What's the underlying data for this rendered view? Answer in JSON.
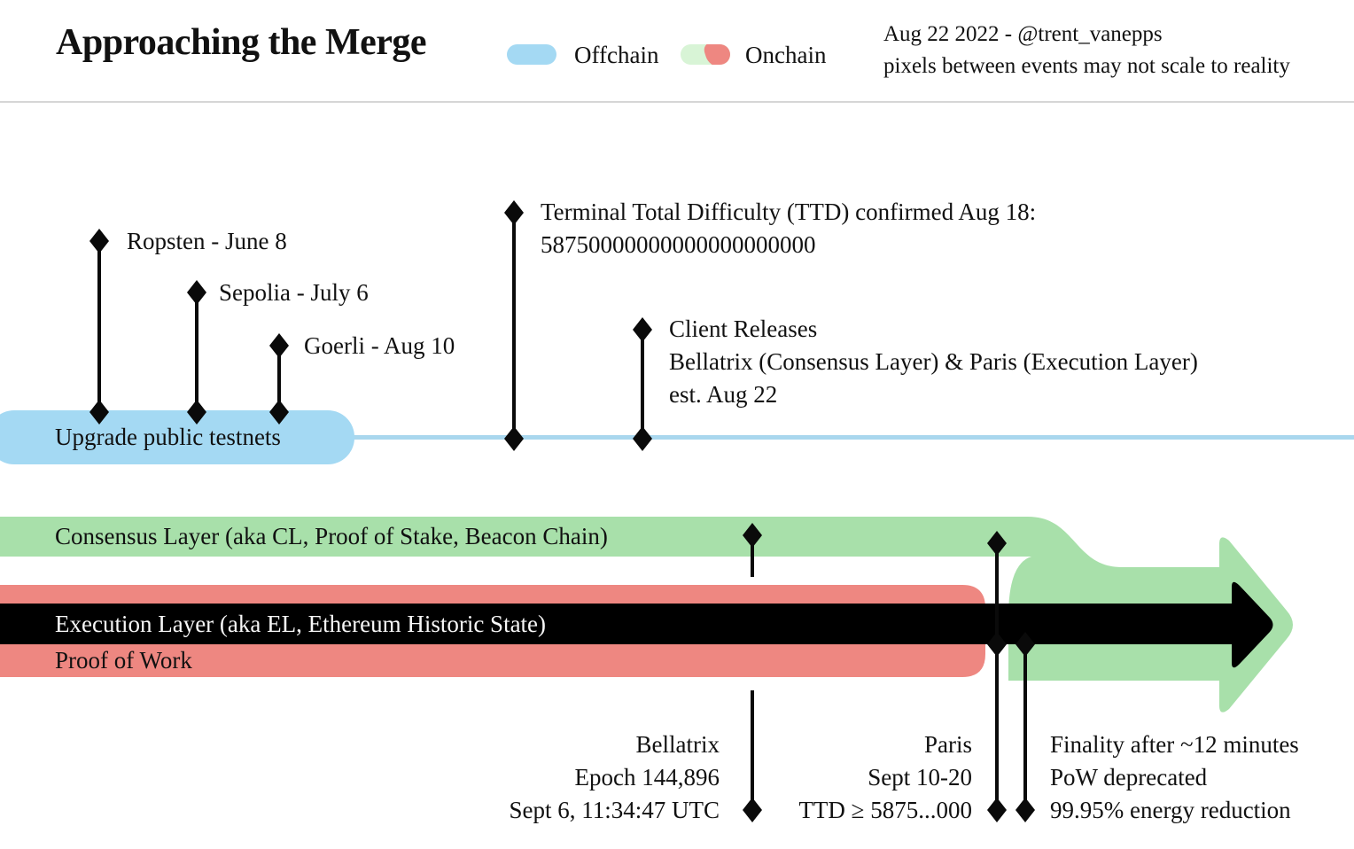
{
  "header": {
    "title": "Approaching the Merge",
    "legend": {
      "offchain_label": "Offchain",
      "onchain_label": "Onchain"
    },
    "attribution": {
      "line1": "Aug 22 2022 - @trent_vanepps",
      "line2": "pixels between events may not scale to reality"
    }
  },
  "colors": {
    "offchain_blue": "#a4d9f3",
    "offchain_timeline_blue": "#a9d7ee",
    "onchain_green": "#a8e0aa",
    "legend_light_green": "#d8f4d6",
    "onchain_red": "#ee8781",
    "execution_black": "#000000",
    "marker_black": "#0a0a0a"
  },
  "offchain": {
    "bar_label": "Upgrade public testnets",
    "testnets": [
      {
        "label": "Ropsten - June 8"
      },
      {
        "label": "Sepolia - July 6"
      },
      {
        "label": "Goerli - Aug 10"
      }
    ],
    "ttd_event": {
      "line1": "Terminal Total Difficulty (TTD) confirmed Aug 18:",
      "line2": "58750000000000000000000"
    },
    "client_release_event": {
      "line1": "Client Releases",
      "line2": "Bellatrix (Consensus Layer) & Paris (Execution Layer)",
      "line3": "est. Aug 22"
    }
  },
  "onchain": {
    "consensus_label": "Consensus Layer (aka CL, Proof of Stake, Beacon Chain)",
    "execution_label": "Execution Layer (aka EL, Ethereum Historic State)",
    "pow_label": "Proof of Work",
    "bellatrix_event": {
      "line1": "Bellatrix",
      "line2": "Epoch 144,896",
      "line3": "Sept 6, 11:34:47 UTC"
    },
    "paris_event": {
      "line1": "Paris",
      "line2": "Sept 10-20",
      "line3": "TTD ≥ 5875...000"
    },
    "finality_event": {
      "line1": "Finality after ~12 minutes",
      "line2": "PoW deprecated",
      "line3": "99.95% energy reduction"
    }
  }
}
